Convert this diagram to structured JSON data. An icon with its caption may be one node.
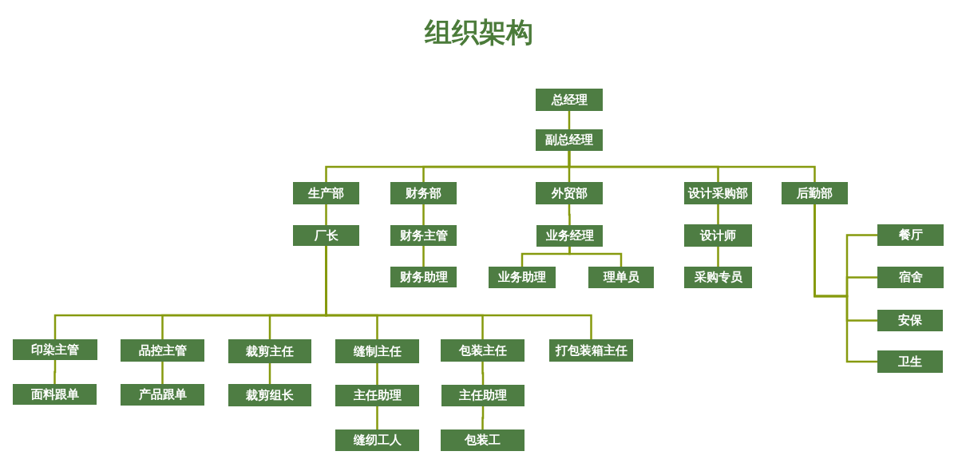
{
  "diagram": {
    "title": "组织架构",
    "nodes": [
      {
        "text": [
          "总经理"
        ]
      },
      {
        "text": [
          "副总经理"
        ]
      },
      {
        "text": [
          "生产部"
        ]
      },
      {
        "text": [
          "财务部"
        ]
      },
      {
        "text": [
          "外贸部"
        ]
      },
      {
        "text": [
          "设计采购部"
        ]
      },
      {
        "text": [
          "后勤部"
        ]
      },
      {
        "text": [
          "厂长"
        ]
      },
      {
        "text": [
          "财务主管"
        ]
      },
      {
        "text": [
          "财务助理"
        ]
      },
      {
        "text": [
          "业务经理"
        ]
      },
      {
        "text": [
          "业务助理"
        ]
      },
      {
        "text": [
          "理单员"
        ]
      },
      {
        "text": [
          "设计师"
        ]
      },
      {
        "text": [
          "采购专员"
        ]
      },
      {
        "text": [
          "餐厅"
        ]
      },
      {
        "text": [
          "宿舍"
        ]
      },
      {
        "text": [
          "安保"
        ]
      },
      {
        "text": [
          "卫生"
        ]
      },
      {
        "text": [
          "印染主管"
        ]
      },
      {
        "text": [
          "品控主管"
        ]
      },
      {
        "text": [
          "裁剪主任"
        ]
      },
      {
        "text": [
          "缝制主任"
        ]
      },
      {
        "text": [
          "包装主任"
        ]
      },
      {
        "text": [
          "打包装箱主任"
        ]
      },
      {
        "text": [
          "面料跟单"
        ]
      },
      {
        "text": [
          "产品跟单"
        ]
      },
      {
        "text": [
          "裁剪组长"
        ]
      },
      {
        "text": [
          "主任助理"
        ]
      },
      {
        "text": [
          "主任助理"
        ]
      },
      {
        "text": [
          "缝纫工人"
        ]
      },
      {
        "text": [
          "包装工"
        ]
      }
    ],
    "edges": [
      {
        "from": 0,
        "to": 1,
        "arrow": "none"
      },
      {
        "from": 1,
        "to": 2,
        "arrow": "none"
      },
      {
        "from": 1,
        "to": 3,
        "arrow": "none"
      },
      {
        "from": 1,
        "to": 4,
        "arrow": "none"
      },
      {
        "from": 1,
        "to": 5,
        "arrow": "none"
      },
      {
        "from": 1,
        "to": 6,
        "arrow": "none"
      },
      {
        "from": 2,
        "to": 7,
        "arrow": "none"
      },
      {
        "from": 3,
        "to": 8,
        "arrow": "none"
      },
      {
        "from": 8,
        "to": 9,
        "arrow": "none"
      },
      {
        "from": 4,
        "to": 10,
        "arrow": "none"
      },
      {
        "from": 10,
        "to": 11,
        "arrow": "none"
      },
      {
        "from": 10,
        "to": 12,
        "arrow": "none"
      },
      {
        "from": 5,
        "to": 13,
        "arrow": "none"
      },
      {
        "from": 13,
        "to": 14,
        "arrow": "none"
      },
      {
        "from": 6,
        "to": 15,
        "arrow": "none"
      },
      {
        "from": 6,
        "to": 16,
        "arrow": "none"
      },
      {
        "from": 6,
        "to": 17,
        "arrow": "none"
      },
      {
        "from": 6,
        "to": 18,
        "arrow": "none"
      },
      {
        "from": 7,
        "to": 19,
        "arrow": "none"
      },
      {
        "from": 7,
        "to": 20,
        "arrow": "none"
      },
      {
        "from": 7,
        "to": 21,
        "arrow": "none"
      },
      {
        "from": 7,
        "to": 22,
        "arrow": "none"
      },
      {
        "from": 7,
        "to": 23,
        "arrow": "none"
      },
      {
        "from": 7,
        "to": 24,
        "arrow": "none"
      },
      {
        "from": 19,
        "to": 25,
        "arrow": "none"
      },
      {
        "from": 20,
        "to": 26,
        "arrow": "none"
      },
      {
        "from": 21,
        "to": 27,
        "arrow": "none"
      },
      {
        "from": 22,
        "to": 28,
        "arrow": "none"
      },
      {
        "from": 28,
        "to": 30,
        "arrow": "none"
      },
      {
        "from": 23,
        "to": 29,
        "arrow": "none"
      },
      {
        "from": 29,
        "to": 31,
        "arrow": "none"
      }
    ]
  }
}
